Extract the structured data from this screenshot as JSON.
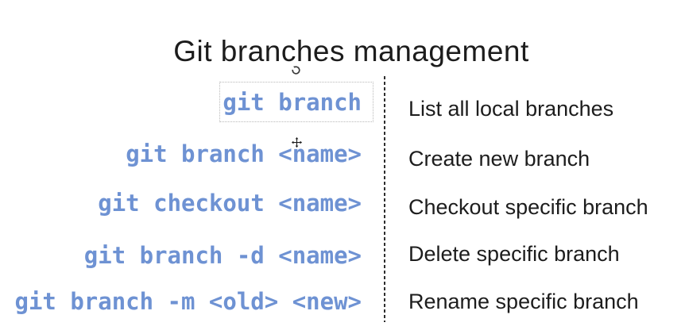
{
  "title": "Git branches management",
  "colors": {
    "command_blue": "#6e92d3",
    "text_black": "#1d1d1d",
    "background": "#ffffff",
    "selection_border": "#b9b9b9",
    "divider": "#2e2e2e"
  },
  "rows": [
    {
      "command": "git branch",
      "description": "List all local branches"
    },
    {
      "command": "git branch <name>",
      "description": "Create new branch"
    },
    {
      "command": "git checkout <name>",
      "description": "Checkout specific branch"
    },
    {
      "command": "git branch -d <name>",
      "description": "Delete specific branch"
    },
    {
      "command": "git branch -m <old> <new>",
      "description": "Rename specific branch"
    }
  ],
  "icons": {
    "rotate_handle": "rotate-handle-icon",
    "move_cursor": "move-cursor-icon"
  }
}
